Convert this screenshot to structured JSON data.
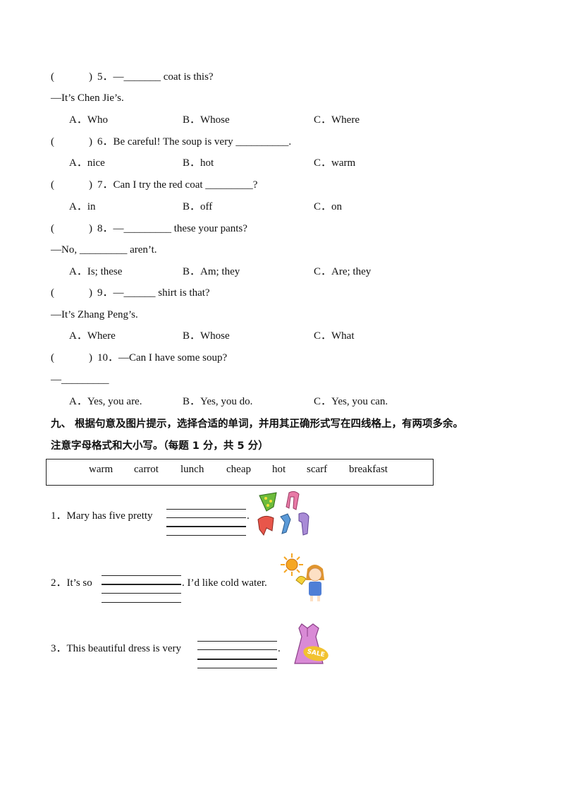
{
  "questions": [
    {
      "paren_open": "(",
      "paren_close": ")",
      "stem": "5．—_______ coat is this?",
      "reply": "—It’s Chen Jie’s.",
      "options": [
        "A．Who",
        "B．Whose",
        "C．Where"
      ]
    },
    {
      "paren_open": "(",
      "paren_close": ")",
      "stem": "6．Be careful! The soup is very __________.",
      "options": [
        "A．nice",
        "B．hot",
        "C．warm"
      ]
    },
    {
      "paren_open": "(",
      "paren_close": ")",
      "stem": "7．Can I try the red coat _________?",
      "options": [
        "A．in",
        "B．off",
        "C．on"
      ]
    },
    {
      "paren_open": "(",
      "paren_close": ")",
      "stem": "8．—_________ these your pants?",
      "reply": "—No, _________ aren’t.",
      "options": [
        "A．Is; these",
        "B．Am; they",
        "C．Are; they"
      ]
    },
    {
      "paren_open": "(",
      "paren_close": ")",
      "stem": "9．—______ shirt is that?",
      "reply": "—It’s Zhang Peng’s.",
      "options": [
        "A．Where",
        "B．Whose",
        "C．What"
      ]
    },
    {
      "paren_open": "(",
      "paren_close": ")",
      "stem": "10．—Can I have some soup?",
      "reply": "—_________",
      "options": [
        "A．Yes, you are.",
        "B．Yes, you do.",
        "C．Yes, you can."
      ]
    }
  ],
  "section9": {
    "title_line1": "九、 根据句意及图片提示，选择合适的单词，并用其正确形式写在四线格上，有两项多余。",
    "title_line2": "注意字母格式和大小写。（每题 1 分，共 5 分）",
    "word_bank": [
      "warm",
      "carrot",
      "lunch",
      "cheap",
      "hot",
      "scarf",
      "breakfast"
    ],
    "items": [
      {
        "before": "1．Mary has five pretty",
        "after": "."
      },
      {
        "before": "2．It’s so",
        "after": ". I’d like cold water."
      },
      {
        "before": "3．This beautiful dress is very",
        "after": "."
      }
    ],
    "sale_tag": "SALE"
  },
  "colors": {
    "scarf_green": "#6dbb3c",
    "scarf_pink": "#e87aa6",
    "scarf_red": "#e8564a",
    "scarf_blue": "#5a9ad8",
    "scarf_purple": "#a98bd6",
    "sun": "#f5a623",
    "dress": "#d98ad6",
    "sale": "#f2c230"
  }
}
